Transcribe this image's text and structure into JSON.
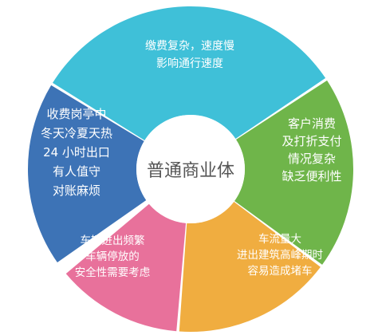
{
  "center": {
    "label": "普通商业体",
    "text_color": "#555555"
  },
  "segments": [
    {
      "id": "top",
      "color": "#3fc0d8",
      "lines": [
        "缴费复杂，速度慢",
        "影响通行速度"
      ]
    },
    {
      "id": "right",
      "color": "#6fb54a",
      "lines": [
        "客户消费",
        "及打折支付",
        "情况复杂",
        "缺乏便利性"
      ]
    },
    {
      "id": "bottom-right",
      "color": "#f0ad40",
      "lines": [
        "车流量大",
        "进出建筑高峰期时",
        "容易造成堵车"
      ]
    },
    {
      "id": "bottom-left",
      "color": "#e8719b",
      "lines": [
        "车辆进出频繁",
        "车辆停放的",
        "安全性需要考虑"
      ]
    },
    {
      "id": "left",
      "color": "#3d73b6",
      "lines": [
        "收费岗亭中",
        "冬天冷夏天热",
        "24 小时出口",
        "有人值守",
        "对账麻烦"
      ]
    }
  ]
}
